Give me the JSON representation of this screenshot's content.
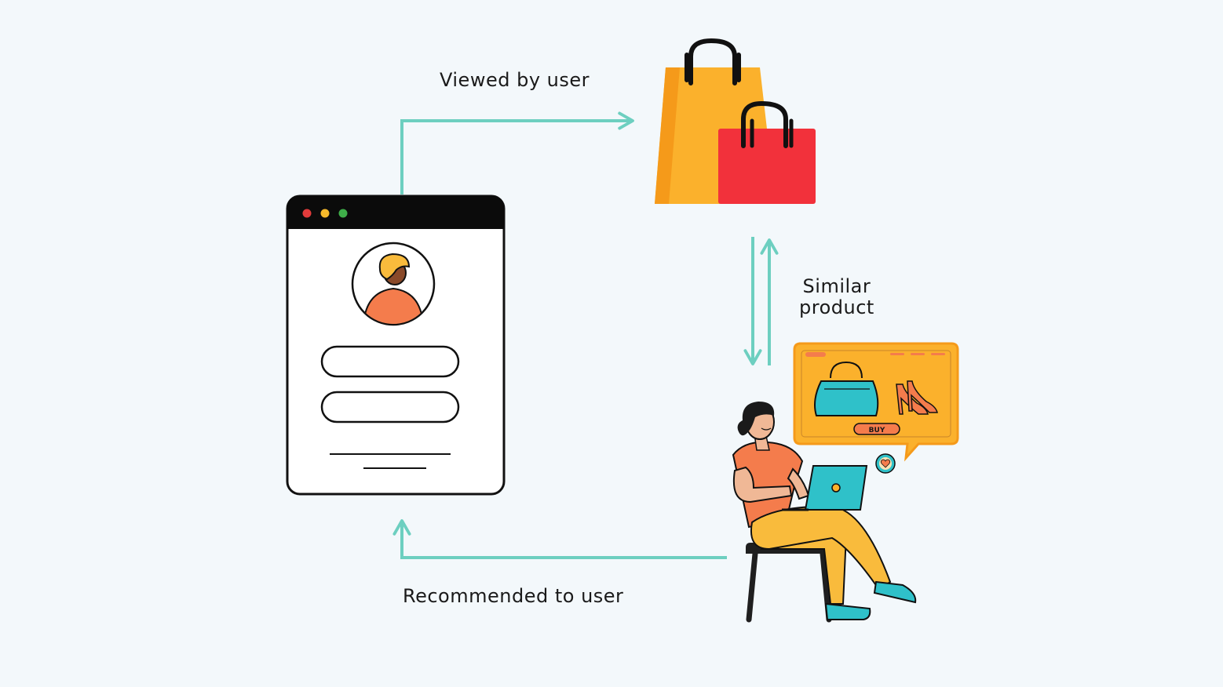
{
  "labels": {
    "viewed": "Viewed by user",
    "similar_line1": "Similar",
    "similar_line2": "product",
    "recommended": "Recommended to user",
    "buy": "BUY"
  },
  "colors": {
    "background": "#f3f8fb",
    "arrow": "#6dcfc0",
    "bag_yellow": "#fbb12c",
    "bag_red": "#f2313b",
    "accent_orange": "#f47c4c",
    "accent_teal": "#2fc1c9",
    "person_yellow": "#f9bb3c"
  },
  "icons": [
    "browser-window-icon",
    "avatar-icon",
    "shopping-bags-icon",
    "product-card-icon",
    "person-with-laptop-icon",
    "heart-icon"
  ]
}
